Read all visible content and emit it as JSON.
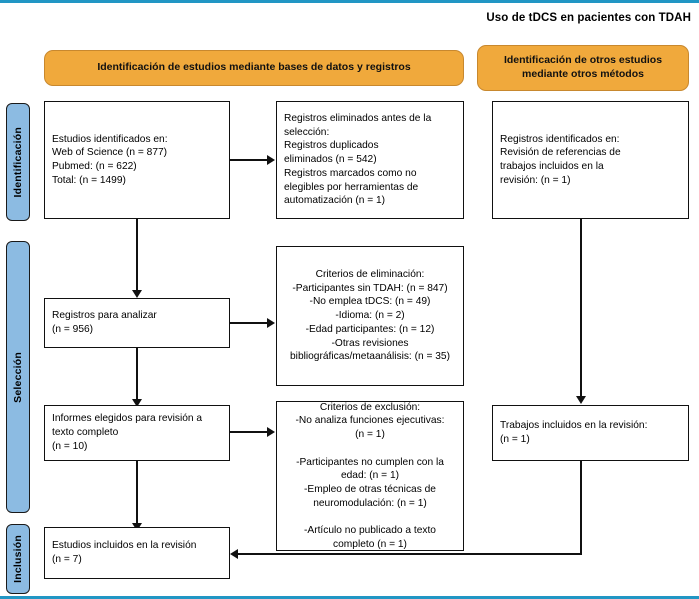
{
  "title": "Uso de tDCS en pacientes con TDAH",
  "colors": {
    "header_fill": "#f0a93c",
    "header_stroke": "#c8882e",
    "stage_fill": "#8cbbe2",
    "stage_stroke": "#1a1a1a",
    "node_stroke": "#111111",
    "page_rule": "#2196c4"
  },
  "stages": [
    {
      "id": "identificacion",
      "label": "Identificación"
    },
    {
      "id": "seleccion",
      "label": "Selección"
    },
    {
      "id": "inclusion",
      "label": "Inclusión"
    }
  ],
  "headers": [
    {
      "id": "databases",
      "label": "Identificación de estudios mediante bases de datos y registros"
    },
    {
      "id": "other-methods",
      "label": "Identificación de otros estudios\nmediante otros métodos"
    }
  ],
  "nodes": {
    "identified": {
      "label": "Estudios identificados en:\n    Web of Science (n = 877)\n    Pubmed: (n = 622)\n    Total: (n = 1499)"
    },
    "removed": {
      "label": "Registros eliminados antes de la\nselección:\n     Registros duplicados\n     eliminados (n = 542)\n     Registros marcados como no\n     elegibles por herramientas de\n     automatización (n = 1)"
    },
    "other_identified": {
      "label": "Registros identificados en:\n    Revisión de referencias de\n    trabajos incluidos en la\n    revisión: (n = 1)"
    },
    "screened": {
      "label": "Registros para analizar\n(n = 956)"
    },
    "elimination_criteria": {
      "label": "Criterios de eliminación:\n-Participantes sin TDAH: (n = 847)\n-No emplea tDCS: (n = 49)\n-Idioma: (n = 2)\n-Edad participantes: (n = 12)\n-Otras revisiones\nbibliográficas/metaanálisis: (n = 35)"
    },
    "fulltext": {
      "label": "Informes elegidos para revisión a\ntexto completo\n(n = 10)"
    },
    "exclusion_criteria": {
      "label": "Criterios de exclusión:\n-No analiza funciones ejecutivas:\n(n = 1)\n\n-Participantes no cumplen con la\nedad: (n = 1)\n-Empleo de otras técnicas de\nneuromodulación: (n = 1)\n\n-Artículo no publicado a texto\ncompleto (n = 1)"
    },
    "other_included": {
      "label": "Trabajos incluidos en la revisión:\n(n = 1)"
    },
    "included": {
      "label": "Estudios incluidos en la revisión\n(n = 7)"
    }
  },
  "chart_data": {
    "type": "diagram",
    "diagram_type": "prisma-flow",
    "title": "Uso de tDCS en pacientes con TDAH",
    "counts": {
      "web_of_science": 877,
      "pubmed": 622,
      "total_identified": 1499,
      "duplicates_removed": 542,
      "marked_ineligible_automation": 1,
      "records_screened": 956,
      "excluded_no_adhd": 847,
      "excluded_no_tdcs": 49,
      "excluded_language": 2,
      "excluded_age": 12,
      "excluded_reviews_metaanalysis": 35,
      "reports_sought_fulltext": 10,
      "excluded_no_executive_functions": 1,
      "excluded_age_criteria": 1,
      "excluded_other_neuromodulation": 1,
      "excluded_not_published_fulltext": 1,
      "other_methods_records": 1,
      "other_methods_included": 1,
      "studies_included": 7
    }
  }
}
